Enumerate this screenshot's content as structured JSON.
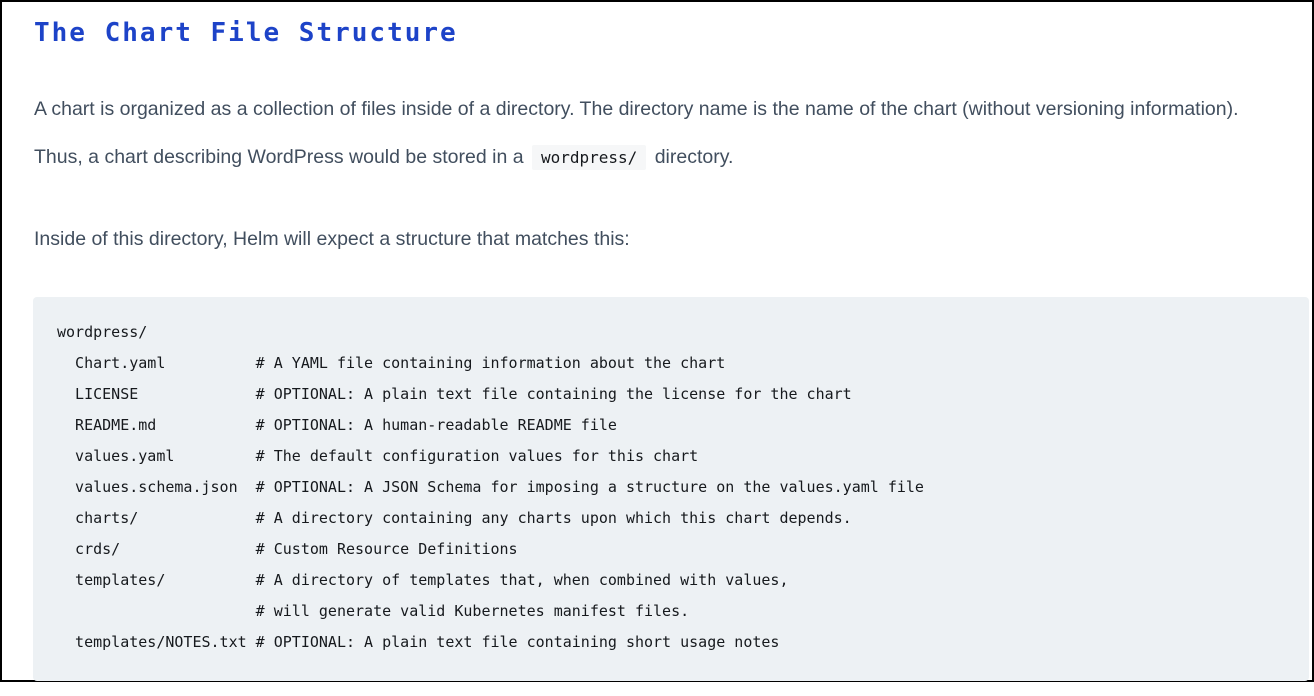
{
  "page": {
    "title": "The Chart File Structure"
  },
  "intro": {
    "text_before_code": "A chart is organized as a collection of files inside of a directory. The directory name is the name of the chart (without versioning information). Thus, a chart describing WordPress would be stored in a ",
    "inline_code": "wordpress/",
    "text_after_code": " directory."
  },
  "lead_in": "Inside of this directory, Helm will expect a structure that matches this:",
  "code_block": {
    "lines": [
      "wordpress/",
      "  Chart.yaml          # A YAML file containing information about the chart",
      "  LICENSE             # OPTIONAL: A plain text file containing the license for the chart",
      "  README.md           # OPTIONAL: A human-readable README file",
      "  values.yaml         # The default configuration values for this chart",
      "  values.schema.json  # OPTIONAL: A JSON Schema for imposing a structure on the values.yaml file",
      "  charts/             # A directory containing any charts upon which this chart depends.",
      "  crds/               # Custom Resource Definitions",
      "  templates/          # A directory of templates that, when combined with values,",
      "                      # will generate valid Kubernetes manifest files.",
      "  templates/NOTES.txt # OPTIONAL: A plain text file containing short usage notes"
    ]
  },
  "colors": {
    "heading": "#1d43c8",
    "body_text": "#414e5e",
    "code_block_background": "#edf1f4",
    "inline_code_background": "#f6f7f8",
    "page_border": "#000000"
  }
}
